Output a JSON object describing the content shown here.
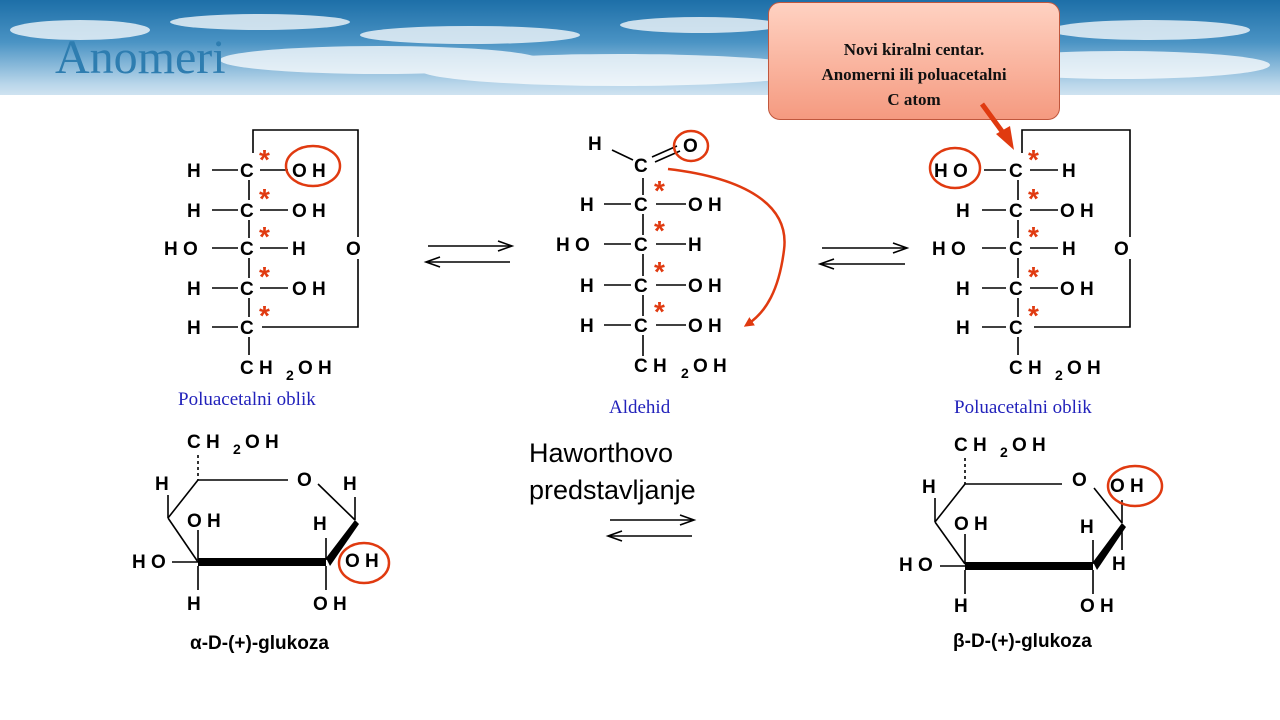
{
  "slide": {
    "title": "Anomeri",
    "callout": {
      "lines": [
        "Novi kiralni centar.",
        "Anomerni ili poluacetalni",
        "C atom"
      ]
    }
  },
  "atoms": {
    "H": "H",
    "C": "C",
    "O": "O",
    "OH": "O H",
    "HO": "H O",
    "CH2": "C H",
    "two": "2",
    "OH_tail": "O H",
    "star": "*"
  },
  "structures": {
    "left_caption": "Poluacetalni oblik",
    "middle_caption": "Aldehid",
    "right_caption": "Poluacetalni oblik"
  },
  "haworth": {
    "label_line1": "Haworthovo",
    "label_line2": "predstavljanje",
    "alpha": {
      "greek": "α",
      "prefix": "-",
      "small_d": "D",
      "name": "-(+)-glukoza"
    },
    "beta": {
      "greek": "β",
      "prefix": "-",
      "small_d": "D",
      "name": "-(+)-glukoza"
    }
  },
  "colors": {
    "accent_red": "#e03a10",
    "caption_blue": "#2222bb",
    "title_blue": "#2e7db0"
  }
}
